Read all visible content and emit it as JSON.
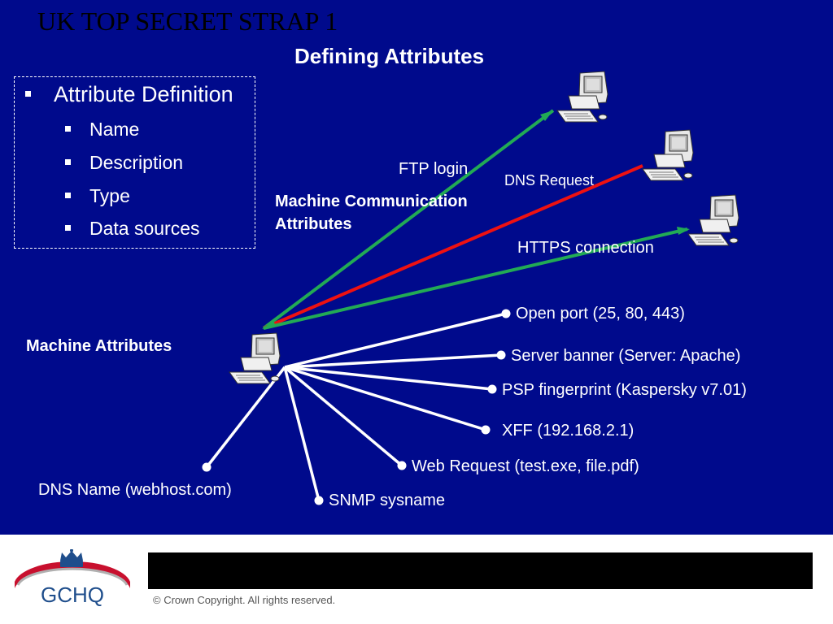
{
  "header": {
    "classification": "UK TOP SECRET STRAP 1",
    "title": "Defining Attributes"
  },
  "attribute_box": {
    "heading": "Attribute Definition",
    "items": [
      "Name",
      "Description",
      "Type",
      "Data sources"
    ]
  },
  "labels": {
    "machine_attributes": "Machine Attributes",
    "machine_comm_line1": "Machine Communication",
    "machine_comm_line2": "Attributes"
  },
  "communications": [
    {
      "label": "FTP login",
      "color": "#22aa55"
    },
    {
      "label": "DNS Request",
      "color": "#ee1111"
    },
    {
      "label": "HTTPS connection",
      "color": "#22aa55"
    }
  ],
  "attributes": [
    "Open port (25, 80, 443)",
    "Server banner (Server: Apache)",
    "PSP fingerprint (Kaspersky v7.01)",
    "XFF (192.168.2.1)",
    "Web Request (test.exe, file.pdf)",
    "SNMP sysname",
    "DNS Name (webhost.com)"
  ],
  "footer": {
    "logo_text": "GCHQ",
    "copyright": "© Crown Copyright. All rights reserved."
  },
  "colors": {
    "background": "#000a8c",
    "green_link": "#22aa55",
    "red_link": "#ee1111",
    "footer_bar": "#000000",
    "logo_red": "#c8102e",
    "logo_blue": "#1f4e8c"
  }
}
